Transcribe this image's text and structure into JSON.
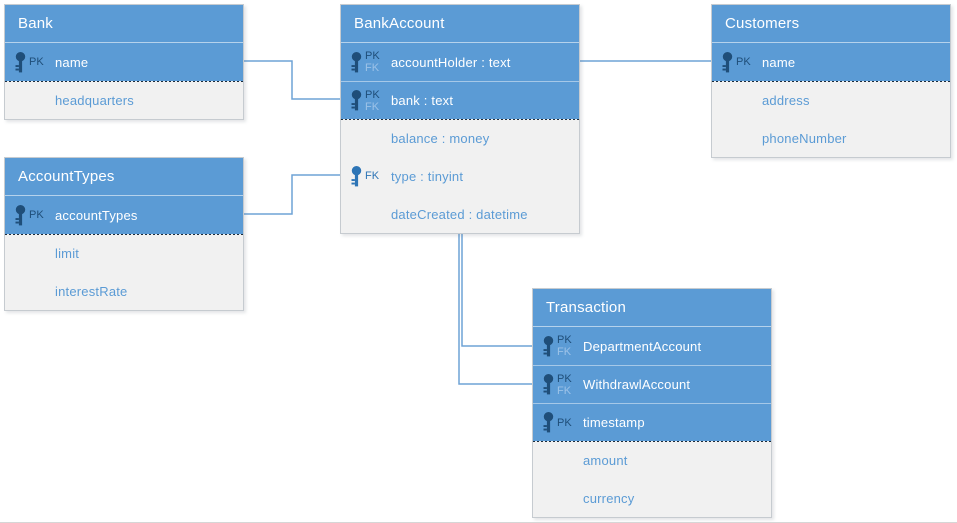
{
  "labels": {
    "pk": "PK",
    "fk": "FK"
  },
  "colors": {
    "accent_blue": "#5b9bd5",
    "key_icon_dark": "#1f4e79",
    "fk_icon_blue": "#2e75b6",
    "fk_badge_light": "#9cc2e8",
    "attr_row_bg": "#f1f1f1",
    "attr_text": "#5b9bd5",
    "connector": "#6fa3d6",
    "header_text": "#ffffff"
  },
  "tables": {
    "bank": {
      "title": "Bank",
      "key_rows": [
        {
          "badges": [
            "PK"
          ],
          "text": "name"
        }
      ],
      "attr_rows": [
        {
          "badges": [],
          "text": "headquarters"
        }
      ]
    },
    "bank_account": {
      "title": "BankAccount",
      "key_rows": [
        {
          "badges": [
            "PK",
            "FK"
          ],
          "text": "accountHolder : text"
        },
        {
          "badges": [
            "PK",
            "FK"
          ],
          "text": "bank : text"
        }
      ],
      "attr_rows": [
        {
          "badges": [],
          "text": "balance : money"
        },
        {
          "badges": [
            "FK"
          ],
          "text": "type : tinyint"
        },
        {
          "badges": [],
          "text": "dateCreated : datetime"
        }
      ]
    },
    "customers": {
      "title": "Customers",
      "key_rows": [
        {
          "badges": [
            "PK"
          ],
          "text": "name"
        }
      ],
      "attr_rows": [
        {
          "badges": [],
          "text": "address"
        },
        {
          "badges": [],
          "text": "phoneNumber"
        }
      ]
    },
    "account_types": {
      "title": "AccountTypes",
      "key_rows": [
        {
          "badges": [
            "PK"
          ],
          "text": "accountTypes"
        }
      ],
      "attr_rows": [
        {
          "badges": [],
          "text": "limit"
        },
        {
          "badges": [],
          "text": "interestRate"
        }
      ]
    },
    "transaction": {
      "title": "Transaction",
      "key_rows": [
        {
          "badges": [
            "PK",
            "FK"
          ],
          "text": "DepartmentAccount"
        },
        {
          "badges": [
            "PK",
            "FK"
          ],
          "text": "WithdrawlAccount"
        },
        {
          "badges": [
            "PK"
          ],
          "text": "timestamp"
        }
      ],
      "attr_rows": [
        {
          "badges": [],
          "text": "amount"
        },
        {
          "badges": [],
          "text": "currency"
        }
      ]
    }
  },
  "relationships": [
    {
      "from": "Bank.name",
      "to": "BankAccount.bank"
    },
    {
      "from": "AccountTypes.accountTypes",
      "to": "BankAccount.type"
    },
    {
      "from": "BankAccount.accountHolder",
      "to": "Customers.name"
    },
    {
      "from": "BankAccount",
      "to": "Transaction.DepartmentAccount"
    },
    {
      "from": "BankAccount",
      "to": "Transaction.WithdrawlAccount"
    }
  ]
}
